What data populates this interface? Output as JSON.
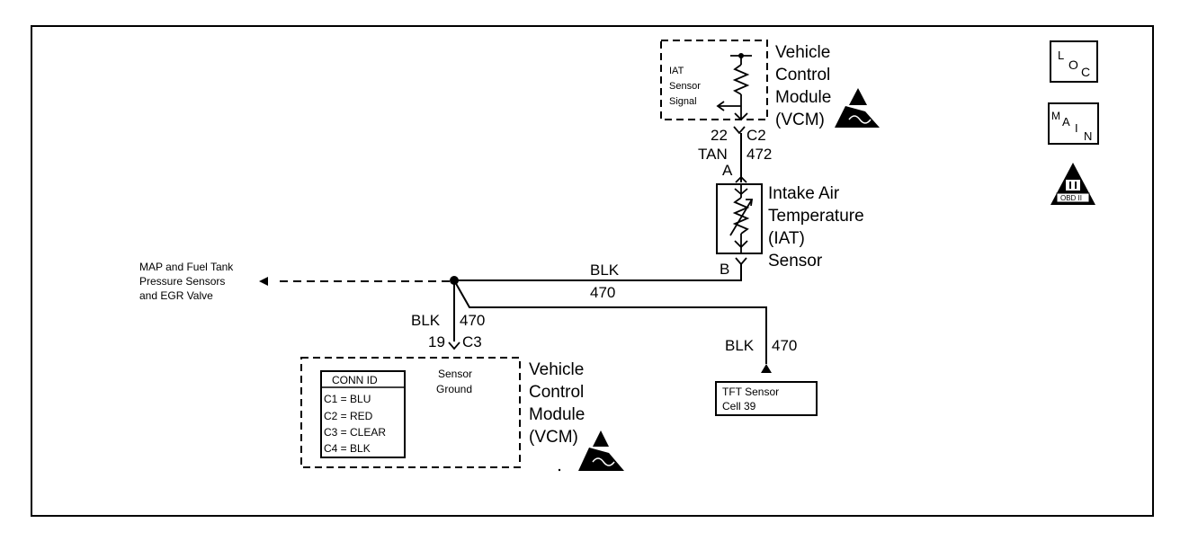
{
  "vcm_top": {
    "title_lines": [
      "Vehicle",
      "Control",
      "Module",
      "(VCM)"
    ],
    "signal_lines": [
      "IAT",
      "Sensor",
      "Signal"
    ],
    "pin": "22",
    "connector": "C2"
  },
  "wire_top": {
    "color": "TAN",
    "circuit": "472"
  },
  "iat_sensor": {
    "pin_a": "A",
    "pin_b": "B",
    "title_lines": [
      "Intake Air",
      "Temperature",
      "(IAT)",
      "Sensor"
    ]
  },
  "wire_main": {
    "color": "BLK",
    "circuit": "470"
  },
  "map_note": {
    "lines": [
      "MAP and Fuel Tank",
      "Pressure Sensors",
      "and EGR Valve"
    ]
  },
  "wire_vcm": {
    "color": "BLK",
    "circuit": "470",
    "pin": "19",
    "connector": "C3"
  },
  "vcm_bottom": {
    "title_lines": [
      "Vehicle",
      "Control",
      "Module",
      "(VCM)"
    ],
    "ground_lines": [
      "Sensor",
      "Ground"
    ],
    "conn_header": "CONN ID",
    "conn_rows": [
      "C1 = BLU",
      "C2 = RED",
      "C3 = CLEAR",
      "C4 = BLK"
    ]
  },
  "wire_tft": {
    "color": "BLK",
    "circuit": "470"
  },
  "tft_box": {
    "lines": [
      "TFT Sensor",
      "Cell 39"
    ]
  },
  "icons": {
    "loc": [
      "L",
      "O",
      "C"
    ],
    "main": [
      "M",
      "A",
      "I",
      "N"
    ],
    "obd": "OBD II"
  }
}
